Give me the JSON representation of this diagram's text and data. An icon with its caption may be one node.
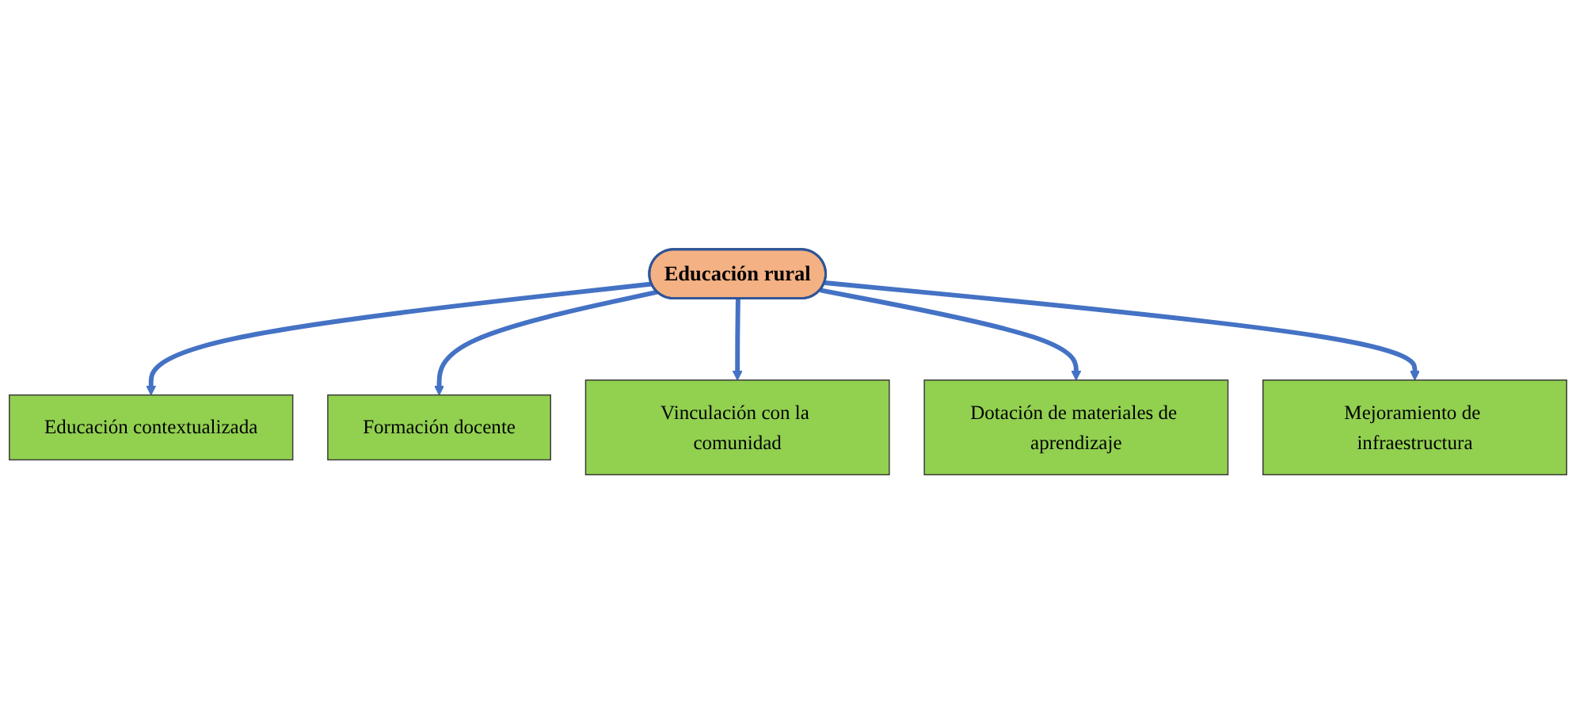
{
  "diagram": {
    "nodes": [
      {
        "text": [
          "Educación contextualizada"
        ]
      },
      {
        "text": [
          "Formación docente"
        ]
      },
      {
        "text": [
          "Educación rural"
        ]
      },
      {
        "text": [
          "Vinculación con la comunidad"
        ]
      },
      {
        "text": [
          "Mejoramiento de infraestructura"
        ]
      },
      {
        "text": [
          "Dotación de materiales de aprendizaje"
        ]
      }
    ],
    "edges": [
      {
        "from": 2,
        "to": 0,
        "arrow": "to"
      },
      {
        "from": 2,
        "to": 1,
        "arrow": "to"
      },
      {
        "from": 2,
        "to": 3,
        "arrow": "to"
      },
      {
        "from": 2,
        "to": 5,
        "arrow": "to"
      },
      {
        "from": 2,
        "to": 4,
        "arrow": "to"
      }
    ]
  }
}
